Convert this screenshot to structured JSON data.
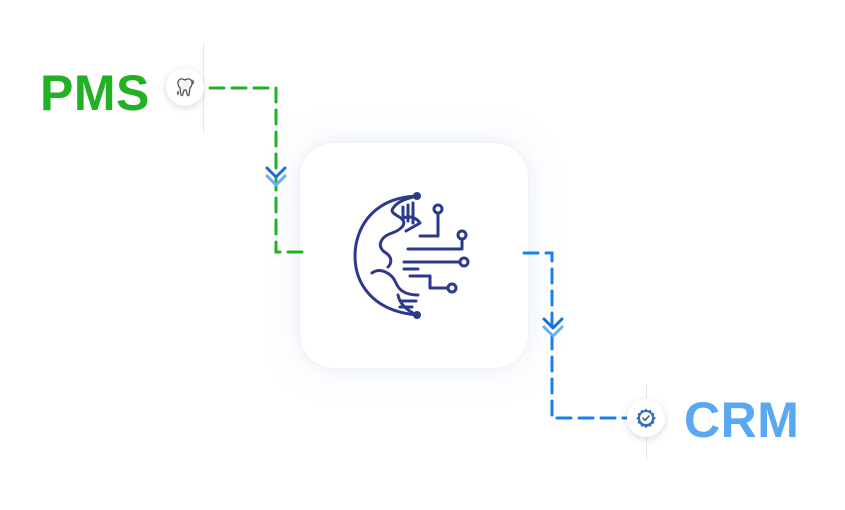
{
  "source": {
    "label": "PMS",
    "color": "#22b024",
    "icon": "tooth-icon"
  },
  "target": {
    "label": "CRM",
    "color": "#5aa9f0",
    "icon": "gear-check-icon"
  },
  "hub": {
    "icon": "globe-circuit-icon",
    "icon_color": "#2d3a8c"
  },
  "connectors": {
    "inbound_color": "#22b024",
    "outbound_color": "#1a7fe8",
    "arrow_color": "#3d8ee8",
    "style": "dashed"
  }
}
